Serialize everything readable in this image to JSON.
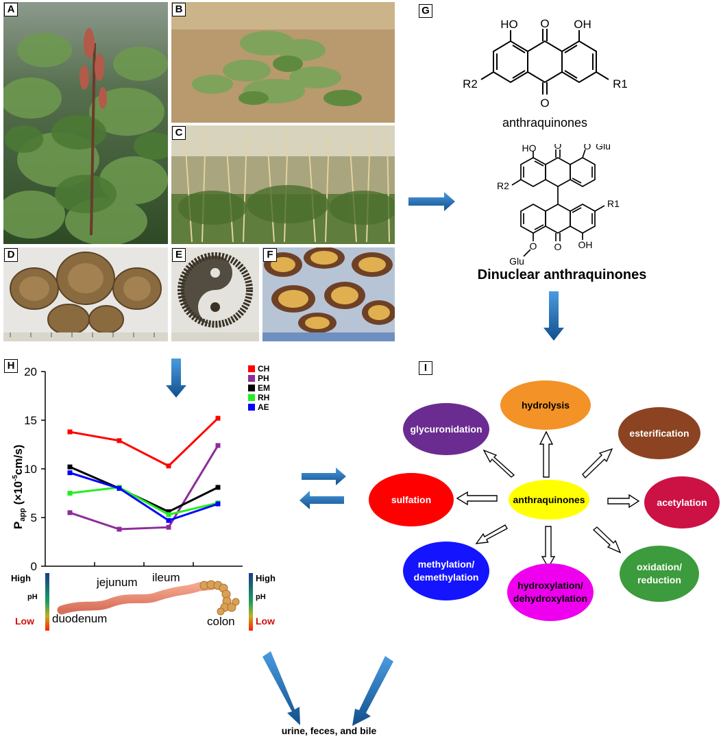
{
  "panels": {
    "A": "A",
    "B": "B",
    "C": "C",
    "D": "D",
    "E": "E",
    "F": "F",
    "G": "G",
    "H": "H",
    "I": "I"
  },
  "chemistry": {
    "mono": {
      "name": "anthraquinones",
      "labels": {
        "ho": "HO",
        "oh": "OH",
        "o_top": "O",
        "o_bottom": "O",
        "r1": "R1",
        "r2": "R2"
      }
    },
    "dinuclear": {
      "name": "Dinuclear anthraquinones",
      "labels": {
        "ho": "HO",
        "o_glu_top": "O",
        "glu_top": "Glu",
        "o1": "O",
        "o2": "O",
        "oh": "OH",
        "o_glu_bottom": "O",
        "glu_bottom": "Glu",
        "r1": "R1",
        "r2": "R2"
      }
    }
  },
  "chart_data": {
    "type": "line",
    "categories": [
      "duodenum",
      "jejunum",
      "ileum",
      "colon"
    ],
    "x": [
      1,
      2,
      3,
      4
    ],
    "ylim": [
      0,
      20
    ],
    "yticks": [
      0,
      5,
      10,
      15,
      20
    ],
    "ylabel": "P",
    "ylabel_sub": "app",
    "ylabel_unit_pre": " (×10",
    "ylabel_unit_exp": "-5",
    "ylabel_unit_post": "cm/s)",
    "legend_position": "top-right",
    "series": [
      {
        "name": "CH",
        "color": "#ff0000",
        "values": [
          13.8,
          12.9,
          10.3,
          15.2
        ]
      },
      {
        "name": "PH",
        "color": "#8e2c9a",
        "values": [
          5.5,
          3.8,
          4.0,
          12.4
        ]
      },
      {
        "name": "EM",
        "color": "#000000",
        "values": [
          10.2,
          8.0,
          5.6,
          8.1
        ]
      },
      {
        "name": "RH",
        "color": "#22ee22",
        "values": [
          7.5,
          8.1,
          5.3,
          6.5
        ]
      },
      {
        "name": "AE",
        "color": "#0000ff",
        "values": [
          9.6,
          8.0,
          4.7,
          6.4
        ]
      }
    ]
  },
  "gut": {
    "duodenum": "duodenum",
    "jejunum": "jejunum",
    "ileum": "ileum",
    "colon": "colon",
    "ph_high": "High",
    "ph_label": "pH",
    "ph_low": "Low"
  },
  "metabolism": {
    "center": "anthraquinones",
    "center_color": "#ffff00",
    "reactions": [
      {
        "id": "hydrolysis",
        "label": "hydrolysis",
        "color": "#f39226",
        "text_color": "#000000"
      },
      {
        "id": "glycuronidation",
        "label": "glycuronidation",
        "color": "#6a2c91",
        "text_color": "#ffffff"
      },
      {
        "id": "esterification",
        "label": "esterification",
        "color": "#8b4321",
        "text_color": "#ffffff"
      },
      {
        "id": "sulfation",
        "label": "sulfation",
        "color": "#ff0000",
        "text_color": "#ffffff"
      },
      {
        "id": "acetylation",
        "label": "acetylation",
        "color": "#cc1144",
        "text_color": "#ffffff"
      },
      {
        "id": "methylation",
        "label": "methylation/",
        "label2": "demethylation",
        "color": "#1414ff",
        "text_color": "#ffffff"
      },
      {
        "id": "hydroxylation",
        "label": "hydroxylation/",
        "label2": "dehydroxylation",
        "color": "#ee00ee",
        "text_color": "#000000"
      },
      {
        "id": "oxidation",
        "label": "oxidation/",
        "label2": "reduction",
        "color": "#3c9b3c",
        "text_color": "#ffffff"
      }
    ]
  },
  "excretion": "urine, feces, and bile",
  "colors": {
    "arrow_blue": "#1f6fb8"
  }
}
